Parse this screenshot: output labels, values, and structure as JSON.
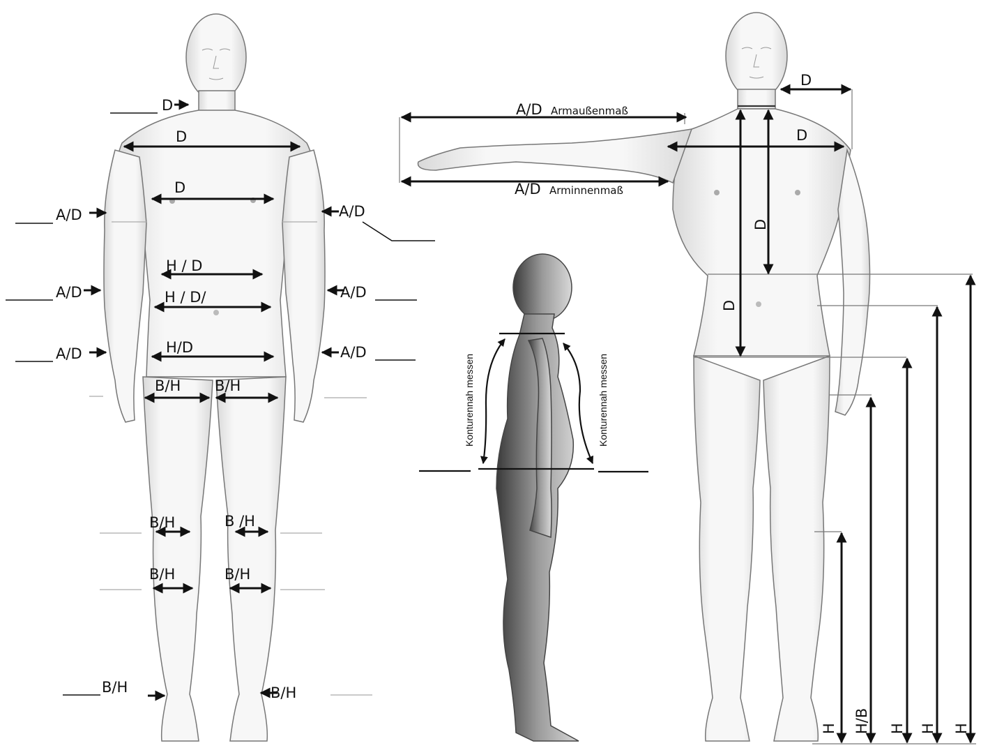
{
  "front": {
    "neck": "D",
    "shoulder": "D",
    "chest": "D",
    "upper_arm_left": "A/D",
    "upper_arm_right": "A/D",
    "waist": "H / D",
    "abdomen": "H / D/",
    "hip": "H/D",
    "elbow_left": "A/D",
    "elbow_right": "A/D",
    "wrist_left": "A/D",
    "wrist_right": "A/D",
    "thigh_left": "B/H",
    "thigh_right": "B/H",
    "knee_left": "B/H",
    "knee_right": "B /H",
    "calf_left": "B/H",
    "calf_right": "B/H",
    "ankle_left": "B/H",
    "ankle_right": "B/H"
  },
  "side": {
    "back_note": "Konturennah messen",
    "front_note": "Konturennah messen"
  },
  "arm_figure": {
    "outer_arm_code": "A/D",
    "outer_arm_label": "Armaußenmaß",
    "inner_arm_code": "A/D",
    "inner_arm_label": "Arminnenmaß",
    "neck_to_shoulder": "D",
    "shoulder_width": "D",
    "front_length_upper": "D",
    "front_length_full": "D",
    "height_labels": [
      "H",
      "H/B",
      "H",
      "H",
      "H"
    ]
  },
  "colors": {
    "ink": "#111111",
    "skin": "#f4f4f4",
    "outline": "#6a6a6a",
    "side_figure": "#8a8a8a"
  }
}
